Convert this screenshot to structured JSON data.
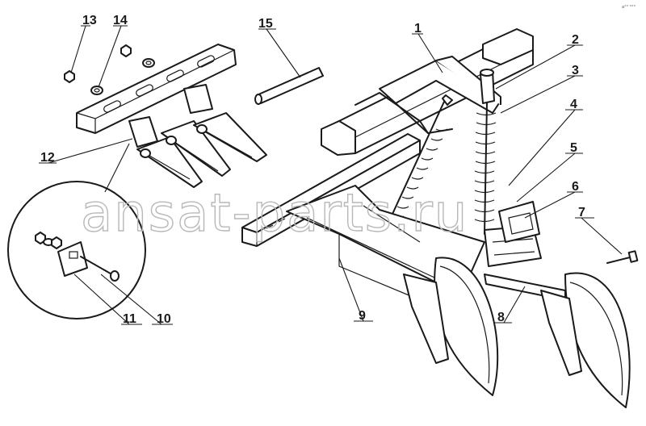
{
  "diagram": {
    "callouts": [
      {
        "id": "1",
        "label": "1"
      },
      {
        "id": "2",
        "label": "2"
      },
      {
        "id": "3",
        "label": "3"
      },
      {
        "id": "4",
        "label": "4"
      },
      {
        "id": "5",
        "label": "5"
      },
      {
        "id": "6",
        "label": "6"
      },
      {
        "id": "7",
        "label": "7"
      },
      {
        "id": "8",
        "label": "8"
      },
      {
        "id": "9",
        "label": "9"
      },
      {
        "id": "10",
        "label": "10"
      },
      {
        "id": "11",
        "label": "11"
      },
      {
        "id": "12",
        "label": "12"
      },
      {
        "id": "13",
        "label": "13"
      },
      {
        "id": "14",
        "label": "14"
      },
      {
        "id": "15",
        "label": "15"
      }
    ],
    "watermark": "ansat-parts.ru",
    "corner_note": "a°° °°°"
  },
  "colors": {
    "ink": "#1a1a1a",
    "watermark": "#b8b8b8",
    "background": "#ffffff"
  }
}
